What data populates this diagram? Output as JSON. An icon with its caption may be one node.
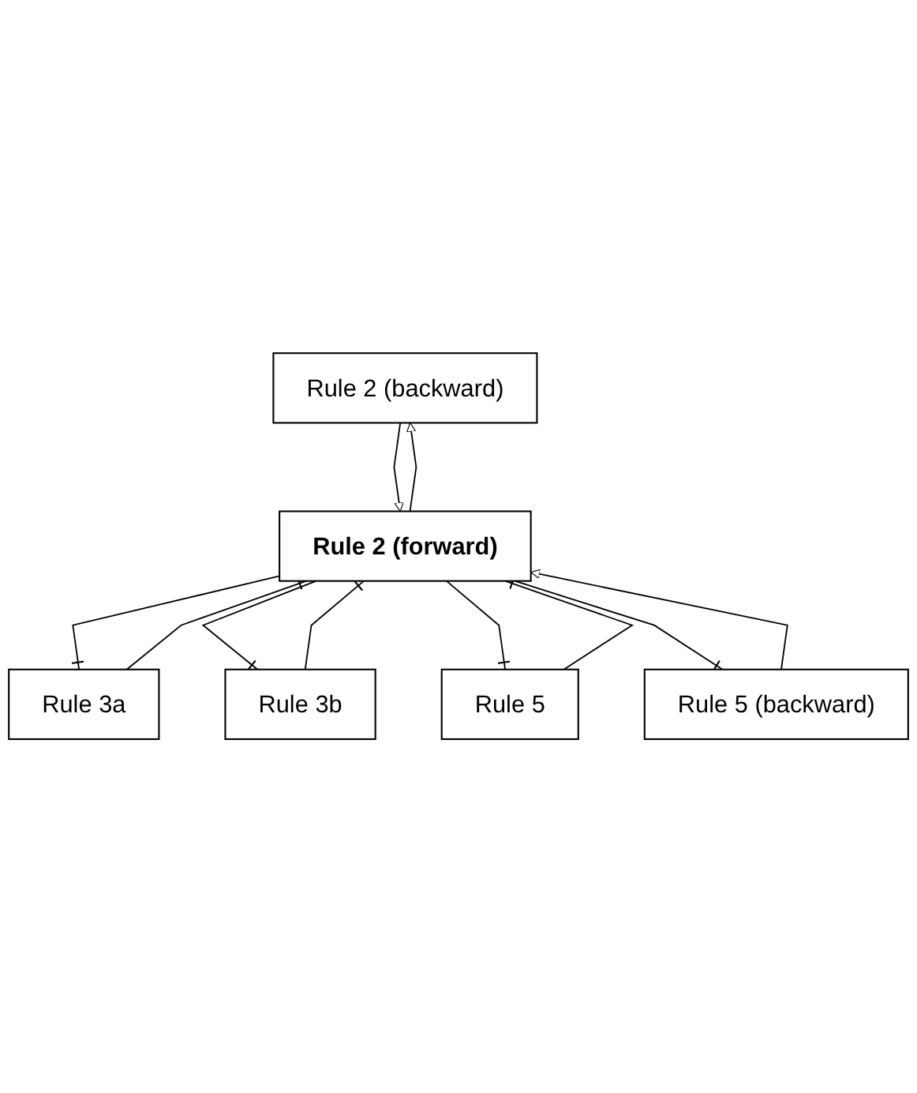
{
  "diagram": {
    "nodes": [
      {
        "text": [
          "Rule 2 (backward)"
        ]
      },
      {
        "text": [
          "Rule 3a"
        ]
      },
      {
        "text": [
          "Rule 3b"
        ]
      },
      {
        "text": [
          "Rule 2 (forward)"
        ]
      },
      {
        "text": [
          "Rule 5"
        ]
      },
      {
        "text": [
          "Rule 5 (backward)"
        ]
      }
    ],
    "edges": [
      {
        "from": 3,
        "to": 0,
        "arrow": "to"
      },
      {
        "from": 0,
        "to": 3,
        "arrow": "to"
      },
      {
        "from": 3,
        "to": 1,
        "arrow": "other"
      },
      {
        "from": 1,
        "to": 3,
        "arrow": "other"
      },
      {
        "from": 2,
        "to": 3,
        "arrow": "other"
      },
      {
        "from": 3,
        "to": 2,
        "arrow": "other"
      },
      {
        "from": 3,
        "to": 4,
        "arrow": "other"
      },
      {
        "from": 4,
        "to": 3,
        "arrow": "other"
      },
      {
        "from": 5,
        "to": 3,
        "arrow": "to"
      },
      {
        "from": 3,
        "to": 5,
        "arrow": "other"
      }
    ]
  }
}
